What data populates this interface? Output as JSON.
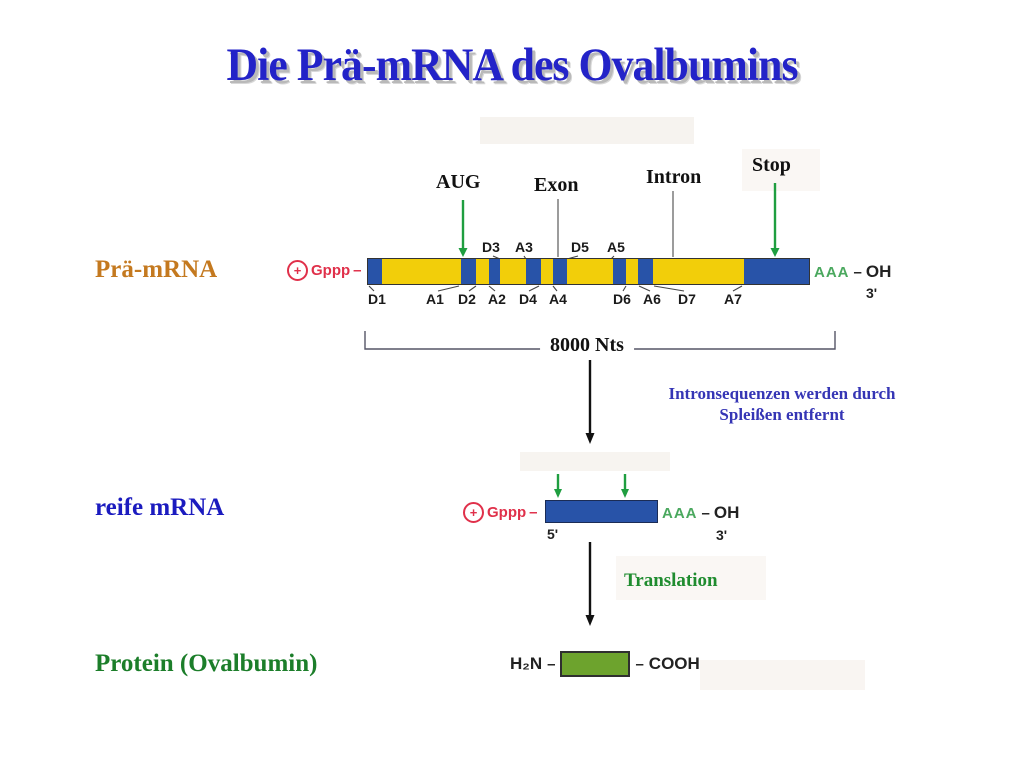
{
  "slide": {
    "title": "Die Prä-mRNA des Ovalbumins"
  },
  "colors": {
    "title_blue": "#2323c8",
    "exon_blue": "#2853a8",
    "intron_yellow": "#f2ce0a",
    "cap_red": "#e0304a",
    "arrow_green": "#1f9e40",
    "tail_green": "#4aa85e",
    "protein_green": "#6da32d",
    "pre_label_orange": "#c4791f",
    "mature_label_blue": "#1b1bbf",
    "caption_blue": "#3535b5",
    "green_text": "#1f8c2f"
  },
  "pre_mrna": {
    "row_label": "Prä-mRNA",
    "cap_plus": "+",
    "cap_label": "Gppp",
    "cap_dash": "–",
    "marker_aug": "AUG",
    "marker_exon": "Exon",
    "marker_intron": "Intron",
    "marker_stop": "Stop",
    "splice_sites_top": [
      "D3",
      "A3",
      "D5",
      "A5"
    ],
    "splice_sites_bottom": [
      "D1",
      "A1",
      "D2",
      "A2",
      "D4",
      "A4",
      "D6",
      "A6",
      "D7",
      "A7"
    ],
    "tail": "AAA",
    "tail_dash": "–",
    "end_oh": "OH",
    "end_prime": "3'",
    "length_label": "8000 Nts",
    "segments": [
      {
        "type": "exon",
        "w": 14
      },
      {
        "type": "intron",
        "w": 79
      },
      {
        "type": "exon",
        "w": 15
      },
      {
        "type": "intron",
        "w": 13
      },
      {
        "type": "exon",
        "w": 11
      },
      {
        "type": "intron",
        "w": 26
      },
      {
        "type": "exon",
        "w": 15
      },
      {
        "type": "intron",
        "w": 12
      },
      {
        "type": "exon",
        "w": 14
      },
      {
        "type": "intron",
        "w": 46
      },
      {
        "type": "exon",
        "w": 13
      },
      {
        "type": "intron",
        "w": 12
      },
      {
        "type": "exon",
        "w": 15
      },
      {
        "type": "intron",
        "w": 91
      },
      {
        "type": "exon",
        "w": 65
      }
    ]
  },
  "splicing": {
    "caption_line1": "Intronsequenzen werden durch",
    "caption_line2": "Spleißen entfernt"
  },
  "mature_mrna": {
    "row_label": "reife mRNA",
    "cap_plus": "+",
    "cap_label": "Gppp",
    "cap_dash": "–",
    "five_prime": "5'",
    "tail": "AAA",
    "tail_dash": "–",
    "end_oh": "OH",
    "three_prime": "3'"
  },
  "translation": {
    "caption": "Translation"
  },
  "protein": {
    "row_label": "Protein (Ovalbumin)",
    "n_terminus": "H₂N",
    "dash_left": "–",
    "dash_right": "–",
    "c_terminus": "COOH"
  }
}
